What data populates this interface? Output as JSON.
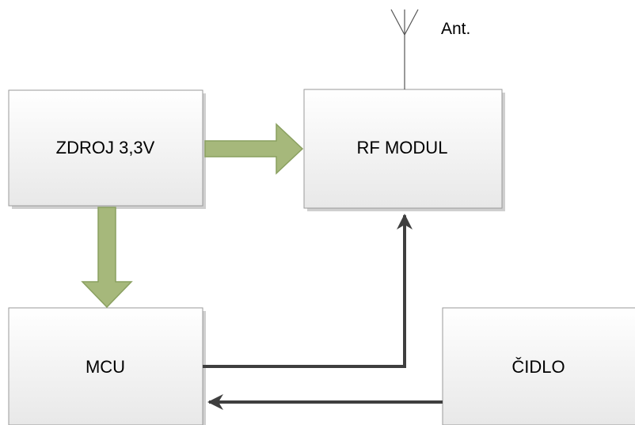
{
  "blocks": {
    "power": {
      "label": "ZDROJ 3,3V"
    },
    "rf": {
      "label": "RF MODUL"
    },
    "mcu": {
      "label": "MCU"
    },
    "sensor": {
      "label": "ČIDLO"
    }
  },
  "antenna": {
    "label": "Ant."
  },
  "colors": {
    "box_fill_top": "#ffffff",
    "box_fill_bottom": "#e8e8e8",
    "box_border": "#9a9a9a",
    "box_shadow": "#cfcfcf",
    "power_arrow_fill": "#a6b87b",
    "power_arrow_stroke": "#8aa060",
    "signal_line": "#3f3f3f",
    "antenna_line": "#555555"
  }
}
